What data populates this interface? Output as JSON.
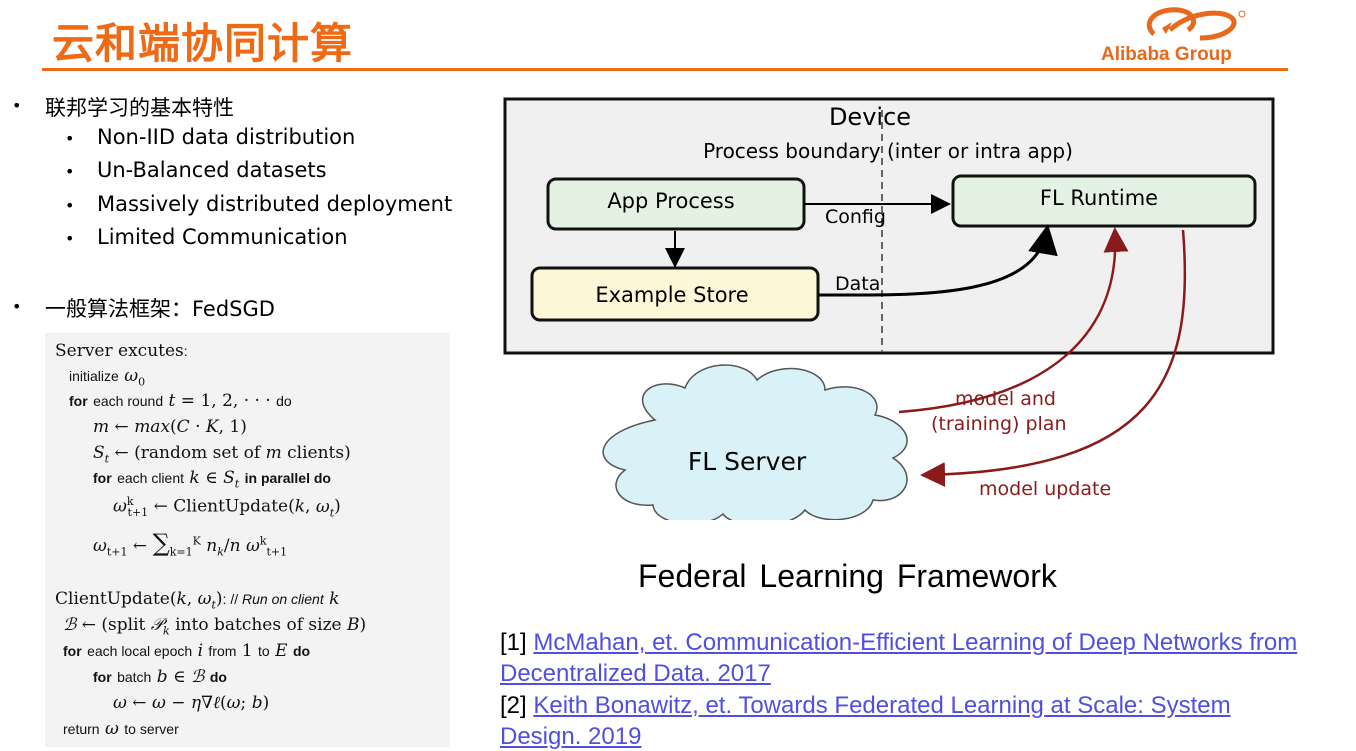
{
  "header": {
    "title": "云和端协同计算",
    "logo_text": "Alibaba Group"
  },
  "bullets": {
    "b1": "联邦学习的基本特性",
    "sub": [
      "Non-IID data distribution",
      "Un-Balanced datasets",
      "Massively distributed deployment",
      "Limited Communication"
    ],
    "b2": "一般算法框架：FedSGD"
  },
  "diagram": {
    "device": "Device",
    "boundary": "Process boundary (inter or intra app)",
    "app_process": "App Process",
    "fl_runtime": "FL Runtime",
    "config": "Config",
    "example_store": "Example Store",
    "data": "Data",
    "model_plan_1": "model and",
    "model_plan_2": "(training) plan",
    "fl_server": "FL Server",
    "model_update": "model update"
  },
  "caption": "Federal Learning Framework",
  "references": [
    {
      "num": "[1] ",
      "line1": "McMahan, et. Communication-Efficient Learning of Deep Networks from",
      "line2": "Decentralized Data. 2017"
    },
    {
      "num": "[2] ",
      "line1": "Keith Bonawitz, et. Towards Federated Learning at Scale: System",
      "line2": "Design. 2019"
    }
  ],
  "colors": {
    "accent": "#ee6a14",
    "link": "#4f4fe3",
    "arrow_red": "#8b1a1a"
  }
}
